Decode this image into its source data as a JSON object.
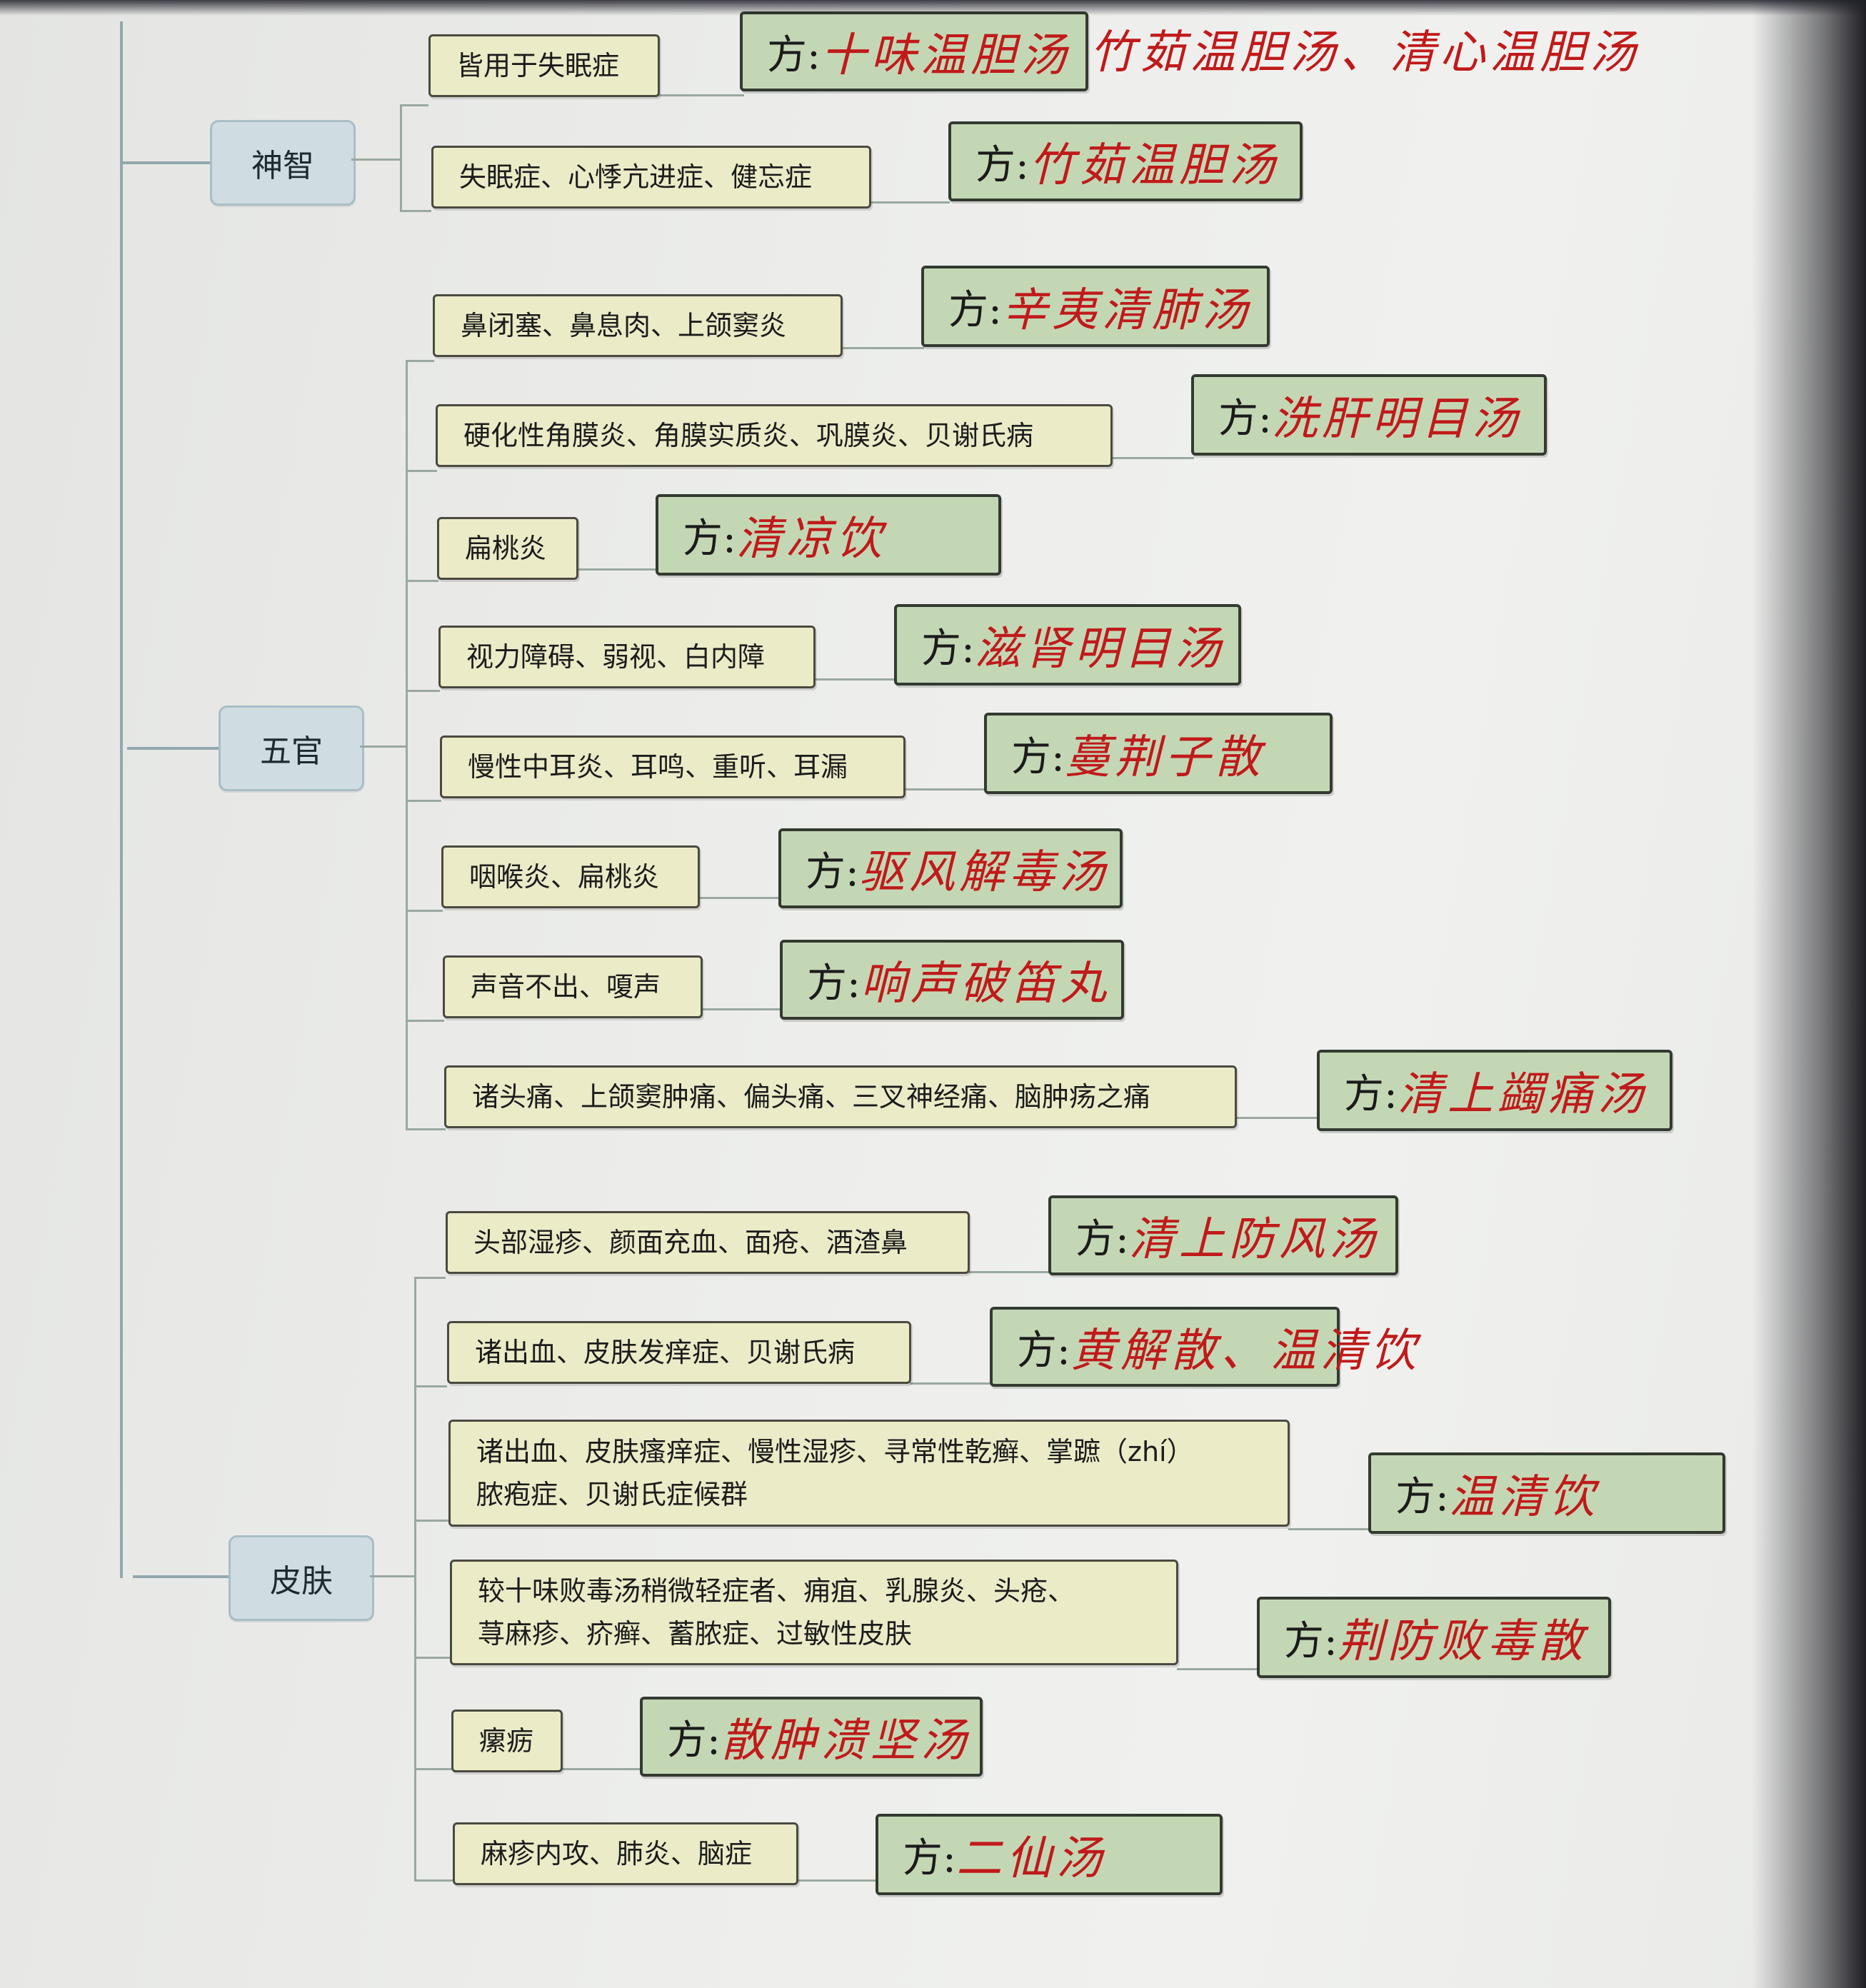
{
  "colors": {
    "symptom_box": "#ecebc8",
    "formula_box": "#c4d7b5",
    "category_box": "#cfdce1",
    "handwriting": "#c01a1a"
  },
  "categories": [
    {
      "label": "神智",
      "items": [
        {
          "symptom": "皆用于失眠症",
          "prefix": "方:",
          "formula": "十味温胆汤",
          "note": "竹茹温胆汤、清心温胆汤"
        },
        {
          "symptom": "失眠症、心悸亢进症、健忘症",
          "prefix": "方:",
          "formula": "竹茹温胆汤"
        }
      ]
    },
    {
      "label": "五官",
      "items": [
        {
          "symptom": "鼻闭塞、鼻息肉、上颌窦炎",
          "prefix": "方:",
          "formula": "辛夷清肺汤"
        },
        {
          "symptom": "硬化性角膜炎、角膜实质炎、巩膜炎、贝谢氏病",
          "prefix": "方:",
          "formula": "洗肝明目汤"
        },
        {
          "symptom": "扁桃炎",
          "prefix": "方:",
          "formula": "清凉饮"
        },
        {
          "symptom": "视力障碍、弱视、白内障",
          "prefix": "方:",
          "formula": "滋肾明目汤"
        },
        {
          "symptom": "慢性中耳炎、耳鸣、重听、耳漏",
          "prefix": "方:",
          "formula": "蔓荆子散"
        },
        {
          "symptom": "咽喉炎、扁桃炎",
          "prefix": "方:",
          "formula": "驱风解毒汤"
        },
        {
          "symptom": "声音不出、嗄声",
          "prefix": "方:",
          "formula": "响声破笛丸"
        },
        {
          "symptom": "诸头痛、上颌窦肿痛、偏头痛、三叉神经痛、脑肿疡之痛",
          "prefix": "方:",
          "formula": "清上蠲痛汤"
        }
      ]
    },
    {
      "label": "皮肤",
      "items": [
        {
          "symptom": "头部湿疹、颜面充血、面疮、酒渣鼻",
          "prefix": "方:",
          "formula": "清上防风汤"
        },
        {
          "symptom": "诸出血、皮肤发痒症、贝谢氏病",
          "prefix": "方:",
          "formula": "黄解散、温清饮"
        },
        {
          "symptom_lines": [
            "诸出血、皮肤瘙痒症、慢性湿疹、寻常性乾癣、掌蹠（zhí）",
            "脓疱症、贝谢氏症候群"
          ],
          "prefix": "方:",
          "formula": "温清饮"
        },
        {
          "symptom_lines": [
            "较十味败毒汤稍微轻症者、痈疽、乳腺炎、头疮、",
            "荨麻疹、疥癣、蓄脓症、过敏性皮肤"
          ],
          "prefix": "方:",
          "formula": "荆防败毒散"
        },
        {
          "symptom": "瘰疬",
          "prefix": "方:",
          "formula": "散肿溃坚汤"
        },
        {
          "symptom": "麻疹内攻、肺炎、脑症",
          "prefix": "方:",
          "formula": "二仙汤"
        }
      ]
    }
  ]
}
